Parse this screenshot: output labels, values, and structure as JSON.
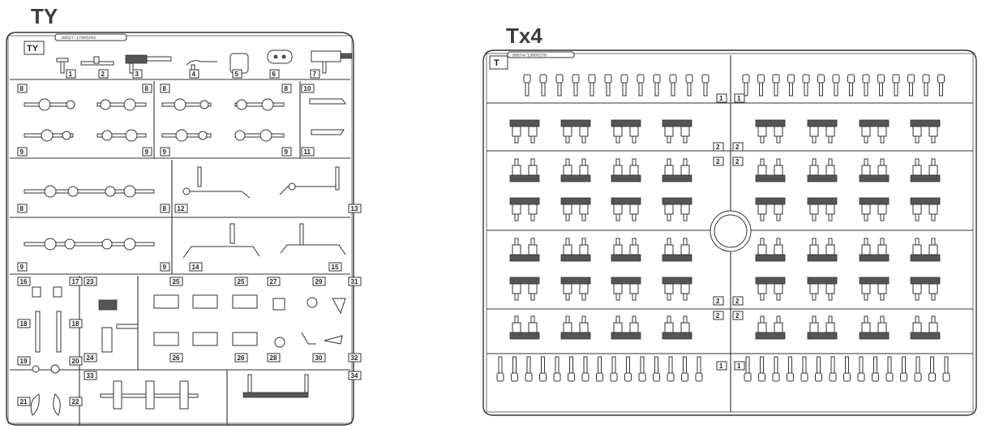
{
  "sheets": [
    {
      "id": "ty",
      "title": "TY",
      "corner_tag": "TY",
      "code": "09527-17065203",
      "labels": [
        "1",
        "2",
        "3",
        "4",
        "5",
        "6",
        "7",
        "8",
        "8",
        "8",
        "8",
        "9",
        "9",
        "9",
        "9",
        "10",
        "11",
        "8",
        "8",
        "12",
        "13",
        "9",
        "9",
        "14",
        "15",
        "16",
        "17",
        "18",
        "18",
        "19",
        "20",
        "21",
        "22",
        "23",
        "24",
        "25",
        "25",
        "26",
        "26",
        "27",
        "28",
        "29",
        "30",
        "31",
        "32",
        "33",
        "34"
      ]
    },
    {
      "id": "tx4",
      "title": "Tx4",
      "corner_tag": "T",
      "code": "09574/13065278",
      "labels": [
        "1",
        "1",
        "2",
        "2",
        "2",
        "2",
        "2",
        "2",
        "2",
        "2",
        "1",
        "1"
      ]
    }
  ]
}
